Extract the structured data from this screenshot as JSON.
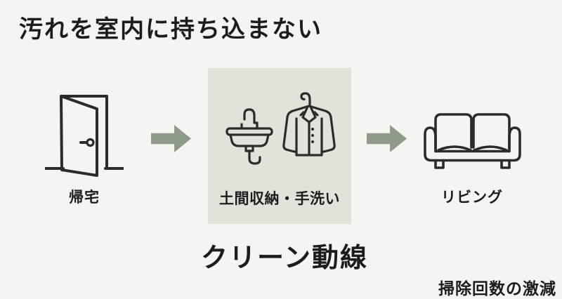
{
  "page": {
    "title": "汚れを室内に持ち込まない",
    "caption": "クリーン動線",
    "footnote": "掃除回数の激減"
  },
  "flow": {
    "steps": [
      {
        "label": "帰宅",
        "icon": "door-icon",
        "highlighted": false
      },
      {
        "label": "土間収納・手洗い",
        "icons": [
          "sink-icon",
          "hanger-jacket-icon"
        ],
        "highlighted": true
      },
      {
        "label": "リビング",
        "icon": "sofa-icon",
        "highlighted": false
      }
    ],
    "arrow_icon": "arrow-right-icon",
    "arrow_count": 2
  },
  "colors": {
    "background": "#f4f4f1",
    "highlight_box": "#dfe3da",
    "arrow": "#8e9b88",
    "icon_stroke": "#2b2b28",
    "text": "#1c1c1a"
  }
}
